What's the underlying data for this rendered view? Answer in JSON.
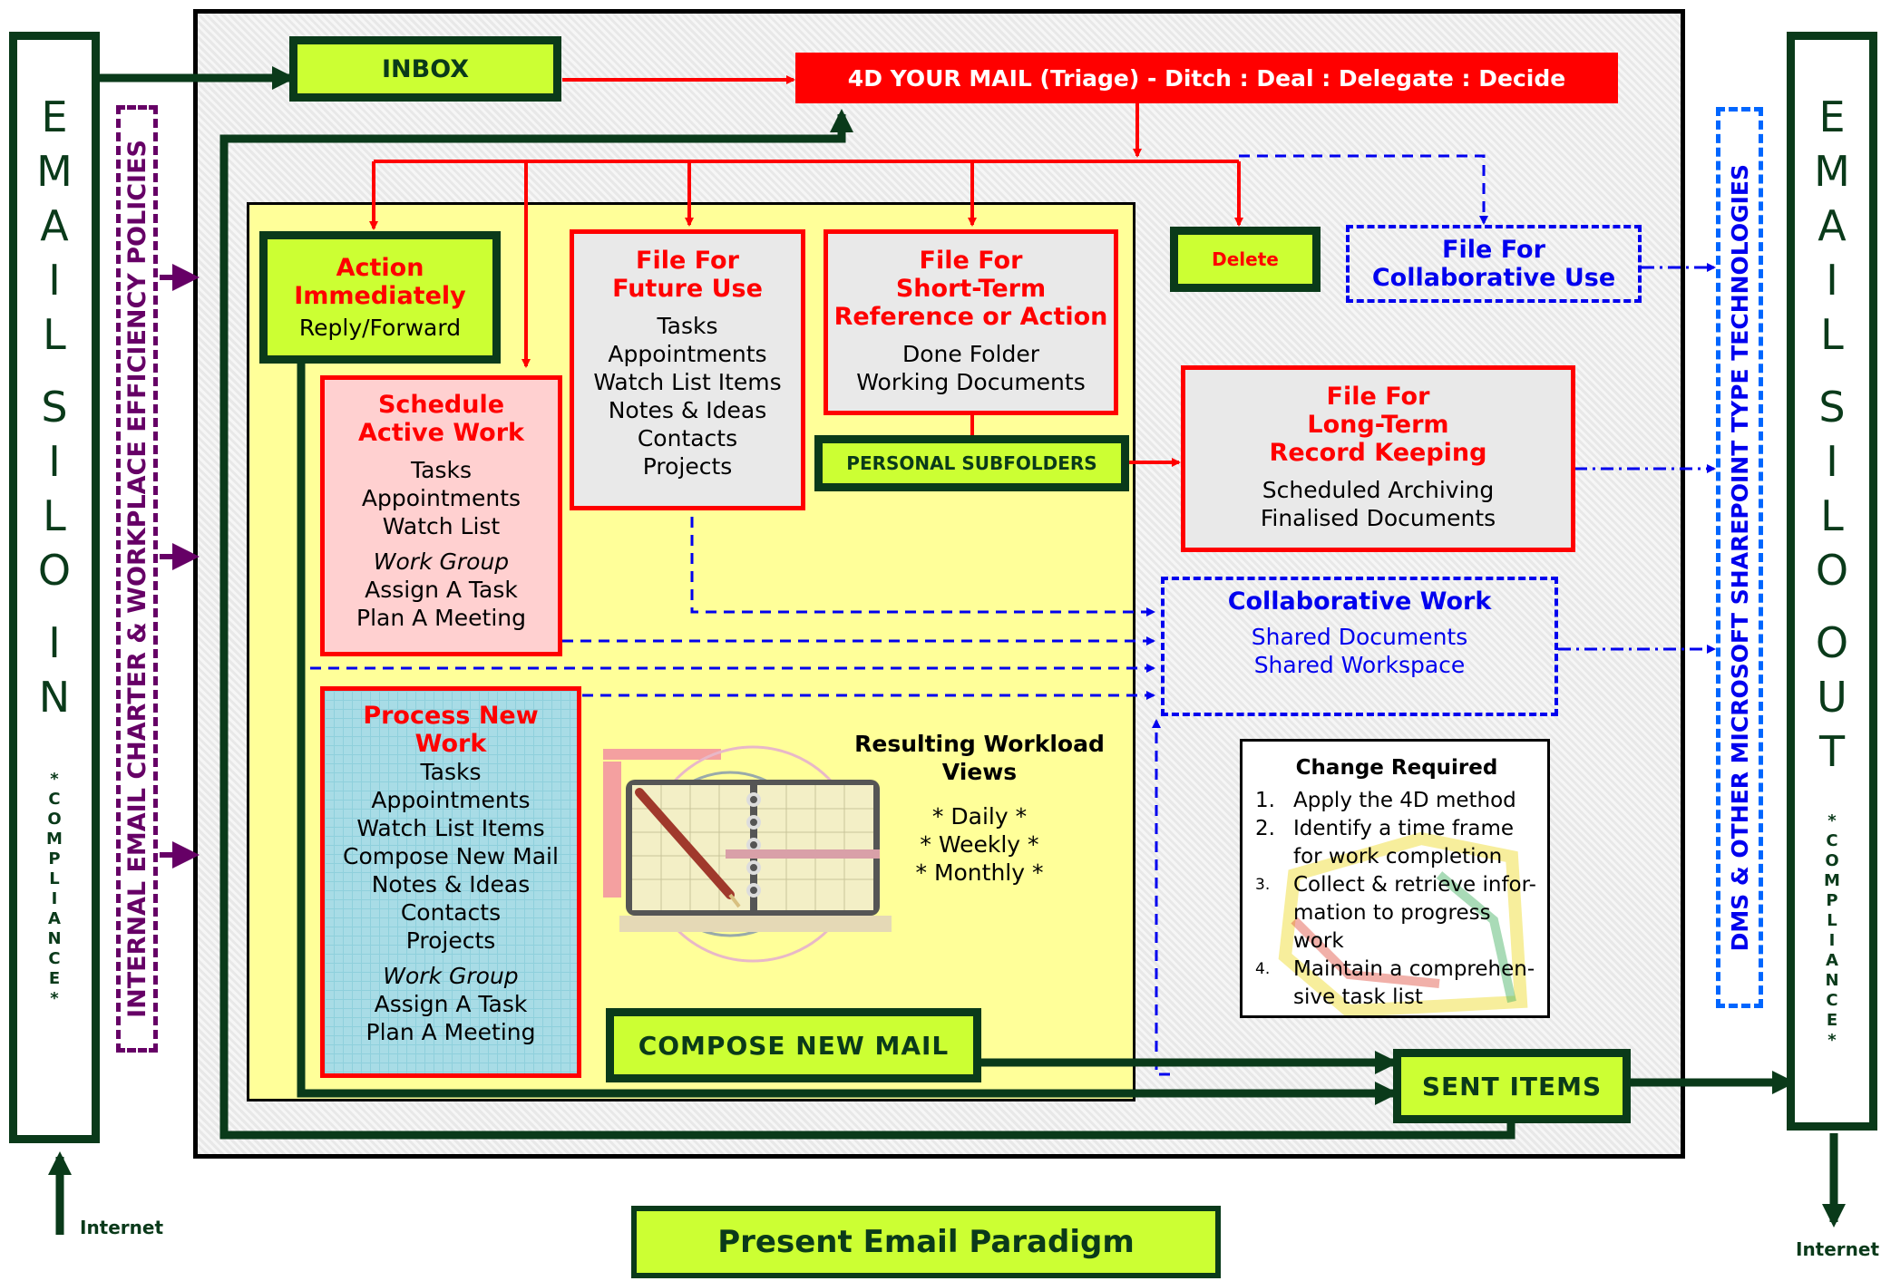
{
  "silo_in": {
    "letters": [
      "E",
      "M",
      "A",
      "I",
      "L",
      "S",
      "I",
      "L",
      "O",
      "I",
      "N"
    ],
    "compliance": [
      "*",
      "C",
      "O",
      "M",
      "P",
      "L",
      "I",
      "A",
      "N",
      "C",
      "E",
      "*"
    ],
    "internet": "Internet"
  },
  "silo_out": {
    "letters": [
      "E",
      "M",
      "A",
      "I",
      "L",
      "S",
      "I",
      "L",
      "O",
      "O",
      "U",
      "T"
    ],
    "compliance": [
      "*",
      "C",
      "O",
      "M",
      "P",
      "L",
      "I",
      "A",
      "N",
      "C",
      "E",
      "*"
    ],
    "internet": "Internet"
  },
  "left_banner": "INTERNAL EMAIL CHARTER & WORKPLACE EFFICIENCY POLICIES",
  "right_banner": "DMS & OTHER MICROSOFT SHAREPOINT TYPE TECHNOLOGIES",
  "inbox": "INBOX",
  "triage": "4D YOUR MAIL (Triage) - Ditch : Deal : Delegate : Decide",
  "action": {
    "title1": "Action",
    "title2": "Immediately",
    "sub": "Reply/Forward"
  },
  "future": {
    "title1": "File For",
    "title2": "Future Use",
    "items": [
      "Tasks",
      "Appointments",
      "Watch List Items",
      "Notes & Ideas",
      "Contacts",
      "Projects"
    ]
  },
  "short": {
    "title1": "File For",
    "title2": "Short-Term",
    "title3": "Reference or Action",
    "items": [
      "Done Folder",
      "Working Documents"
    ]
  },
  "delete": "Delete",
  "collab_use": {
    "title1": "File For",
    "title2": "Collaborative Use"
  },
  "schedule": {
    "title1": "Schedule",
    "title2": "Active Work",
    "items": [
      "Tasks",
      "Appointments",
      "Watch List"
    ],
    "group": "Work Group",
    "items2": [
      "Assign A Task",
      "Plan A Meeting"
    ]
  },
  "personal": "PERSONAL SUBFOLDERS",
  "longterm": {
    "title1": "File For",
    "title2": "Long-Term",
    "title3": "Record Keeping",
    "items": [
      "Scheduled Archiving",
      "Finalised Documents"
    ]
  },
  "collab_work": {
    "title": "Collaborative Work",
    "items": [
      "Shared Documents",
      "Shared Workspace"
    ]
  },
  "process": {
    "title1": "Process New",
    "title2": "Work",
    "items": [
      "Tasks",
      "Appointments",
      "Watch List Items",
      "Compose New Mail",
      "Notes & Ideas",
      "Contacts",
      "Projects"
    ],
    "group": "Work Group",
    "items2": [
      "Assign A Task",
      "Plan A Meeting"
    ]
  },
  "workload": {
    "title1": "Resulting Workload",
    "title2": "Views",
    "items": [
      "* Daily *",
      "* Weekly *",
      "* Monthly *"
    ]
  },
  "change": {
    "title": "Change Required",
    "items": [
      {
        "n": "1.",
        "t": "Apply the 4D method"
      },
      {
        "n": "2.",
        "t": "Identify a time frame for work completion"
      },
      {
        "n": "3.",
        "t": "Collect & retrieve infor-mation to progress work"
      },
      {
        "n": "4.",
        "t": "Maintain a comprehen-sive task list"
      }
    ]
  },
  "compose": "COMPOSE NEW MAIL",
  "sent": "SENT ITEMS",
  "footer": "Present Email Paradigm",
  "colors": {
    "lime": "#ccff33",
    "dark_green": "#0a3a1a",
    "red": "#ff0000",
    "blue": "#0000ee",
    "yellow_panel": "#ffff99",
    "purple": "#660066"
  }
}
